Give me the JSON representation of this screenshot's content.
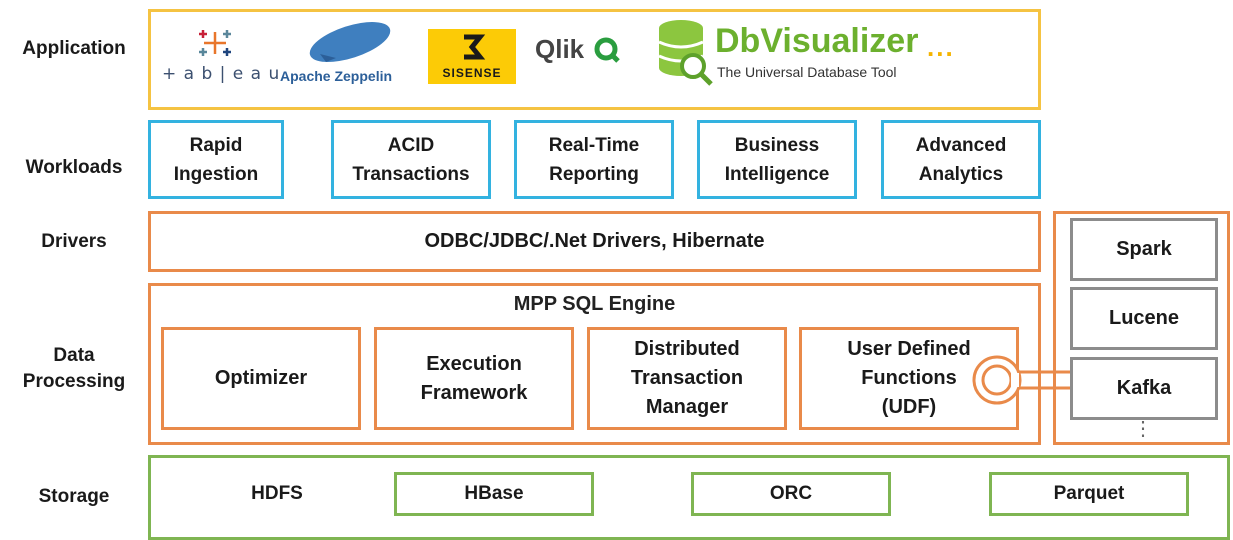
{
  "layers": {
    "application": "Application",
    "workloads": "Workloads",
    "drivers": "Drivers",
    "data_processing": "Data\nProcessing",
    "storage": "Storage"
  },
  "application": {
    "logos": {
      "tableau": "+ a b | e a u",
      "zeppelin": "Apache Zeppelin",
      "sisense": "SISENSE",
      "qlik": "Qlik",
      "dbvis_name": "DbVisualizer",
      "dbvis_tagline": "The Universal Database Tool",
      "more": "..."
    }
  },
  "workloads": [
    "Rapid\nIngestion",
    "ACID\nTransactions",
    "Real-Time\nReporting",
    "Business\nIntelligence",
    "Advanced\nAnalytics"
  ],
  "drivers": {
    "text": "ODBC/JDBC/.Net Drivers, Hibernate"
  },
  "data_processing": {
    "title": "MPP SQL Engine",
    "modules": [
      "Optimizer",
      "Execution\nFramework",
      "Distributed\nTransaction\nManager",
      "User Defined\nFunctions\n(UDF)"
    ]
  },
  "extensions": {
    "items": [
      "Spark",
      "Lucene",
      "Kafka"
    ],
    "more": "⋮"
  },
  "storage": {
    "items": [
      "HDFS",
      "HBase",
      "ORC",
      "Parquet"
    ]
  },
  "colors": {
    "application": "#f5c342",
    "workloads": "#33b2e0",
    "drivers": "#e98a4a",
    "storage": "#7fb552",
    "extensions": "#8c8c8c"
  }
}
